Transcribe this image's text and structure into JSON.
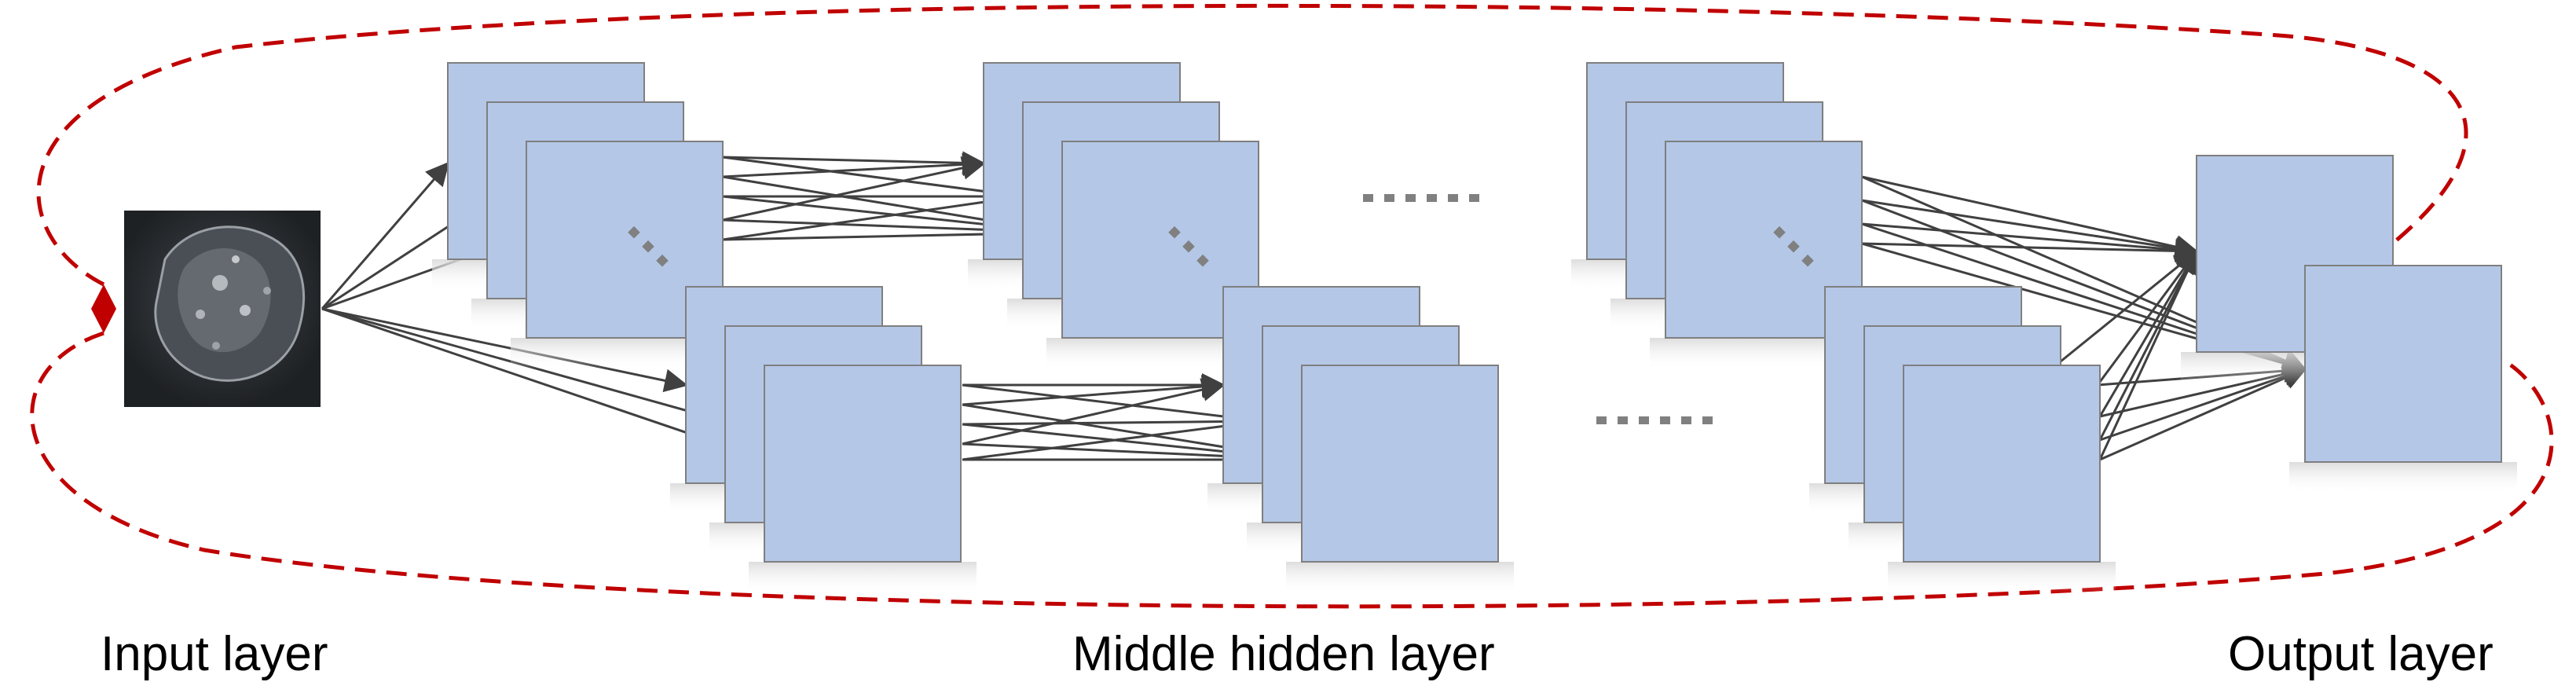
{
  "labels": {
    "input": "Input layer",
    "middle": "Middle hidden layer",
    "output": "Output layer"
  },
  "colors": {
    "feature_map_fill": "#b4c7e7",
    "feature_map_stroke": "#7f7f7f",
    "arrow": "#404040",
    "loop": "#c00000",
    "ellipsis": "#808080"
  },
  "icons": [
    "input-image",
    "feature-map",
    "arrow",
    "feedback-loop",
    "ellipsis-dots"
  ]
}
